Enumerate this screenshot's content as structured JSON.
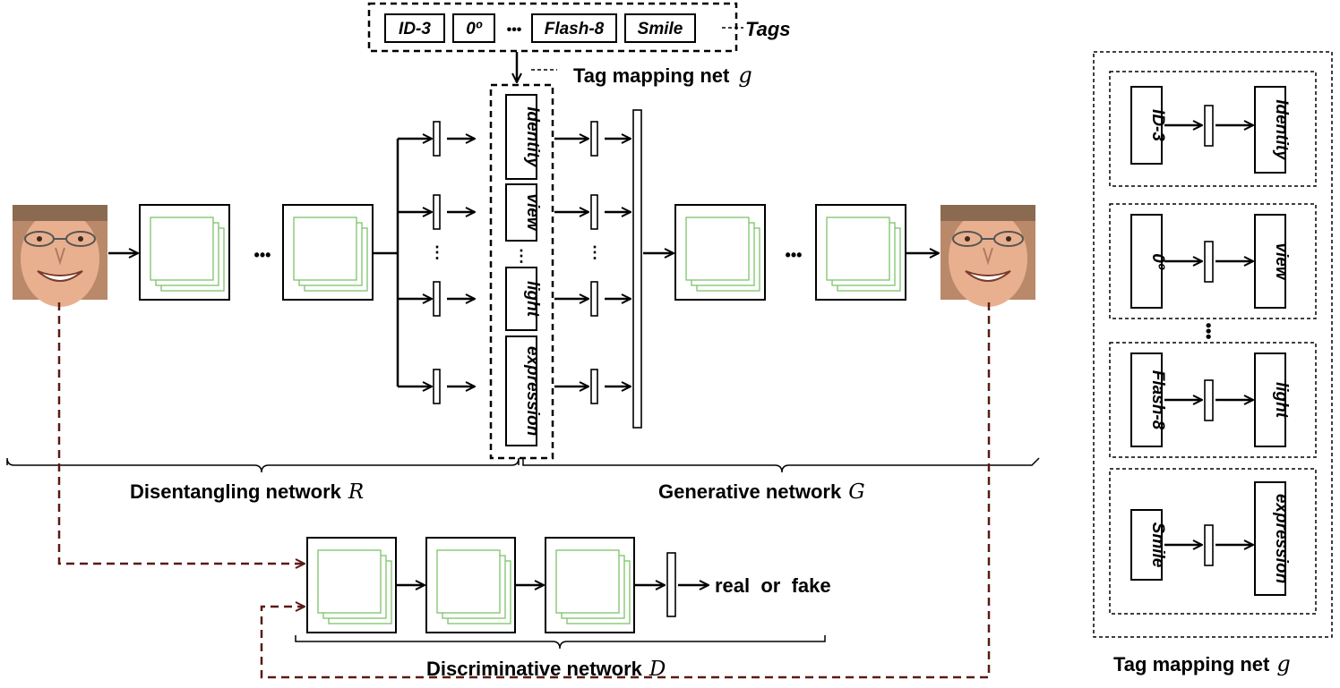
{
  "tags": {
    "items": [
      "ID-3",
      "0º",
      "Flash-8",
      "Smile"
    ],
    "ellipsis": "•••",
    "label": "Tags"
  },
  "tag_mapping": {
    "label": "Tag mapping net",
    "symbol": "g"
  },
  "codes": [
    "Identity",
    "view",
    "light",
    "expression"
  ],
  "vertical_ellipsis": "⋮",
  "ellipsis": "•••",
  "networks": {
    "disentangling": {
      "label": "Disentangling network",
      "symbol": "R"
    },
    "generative": {
      "label": "Generative network",
      "symbol": "G"
    },
    "discriminative": {
      "label": "Discriminative network",
      "symbol": "D"
    }
  },
  "output": {
    "label": "real  or  fake"
  },
  "side_panel": {
    "rows": [
      {
        "tag": "ID-3",
        "code": "Identity"
      },
      {
        "tag": "0º",
        "code": "view"
      },
      {
        "tag": "Flash-8",
        "code": "light"
      },
      {
        "tag": "Smile",
        "code": "expression"
      }
    ],
    "dots": "•••",
    "label": "Tag mapping net",
    "symbol": "g"
  },
  "colors": {
    "feature_map": "#7cc46a",
    "dashed_link": "#5a1a14",
    "skin": "#e8b08f"
  }
}
